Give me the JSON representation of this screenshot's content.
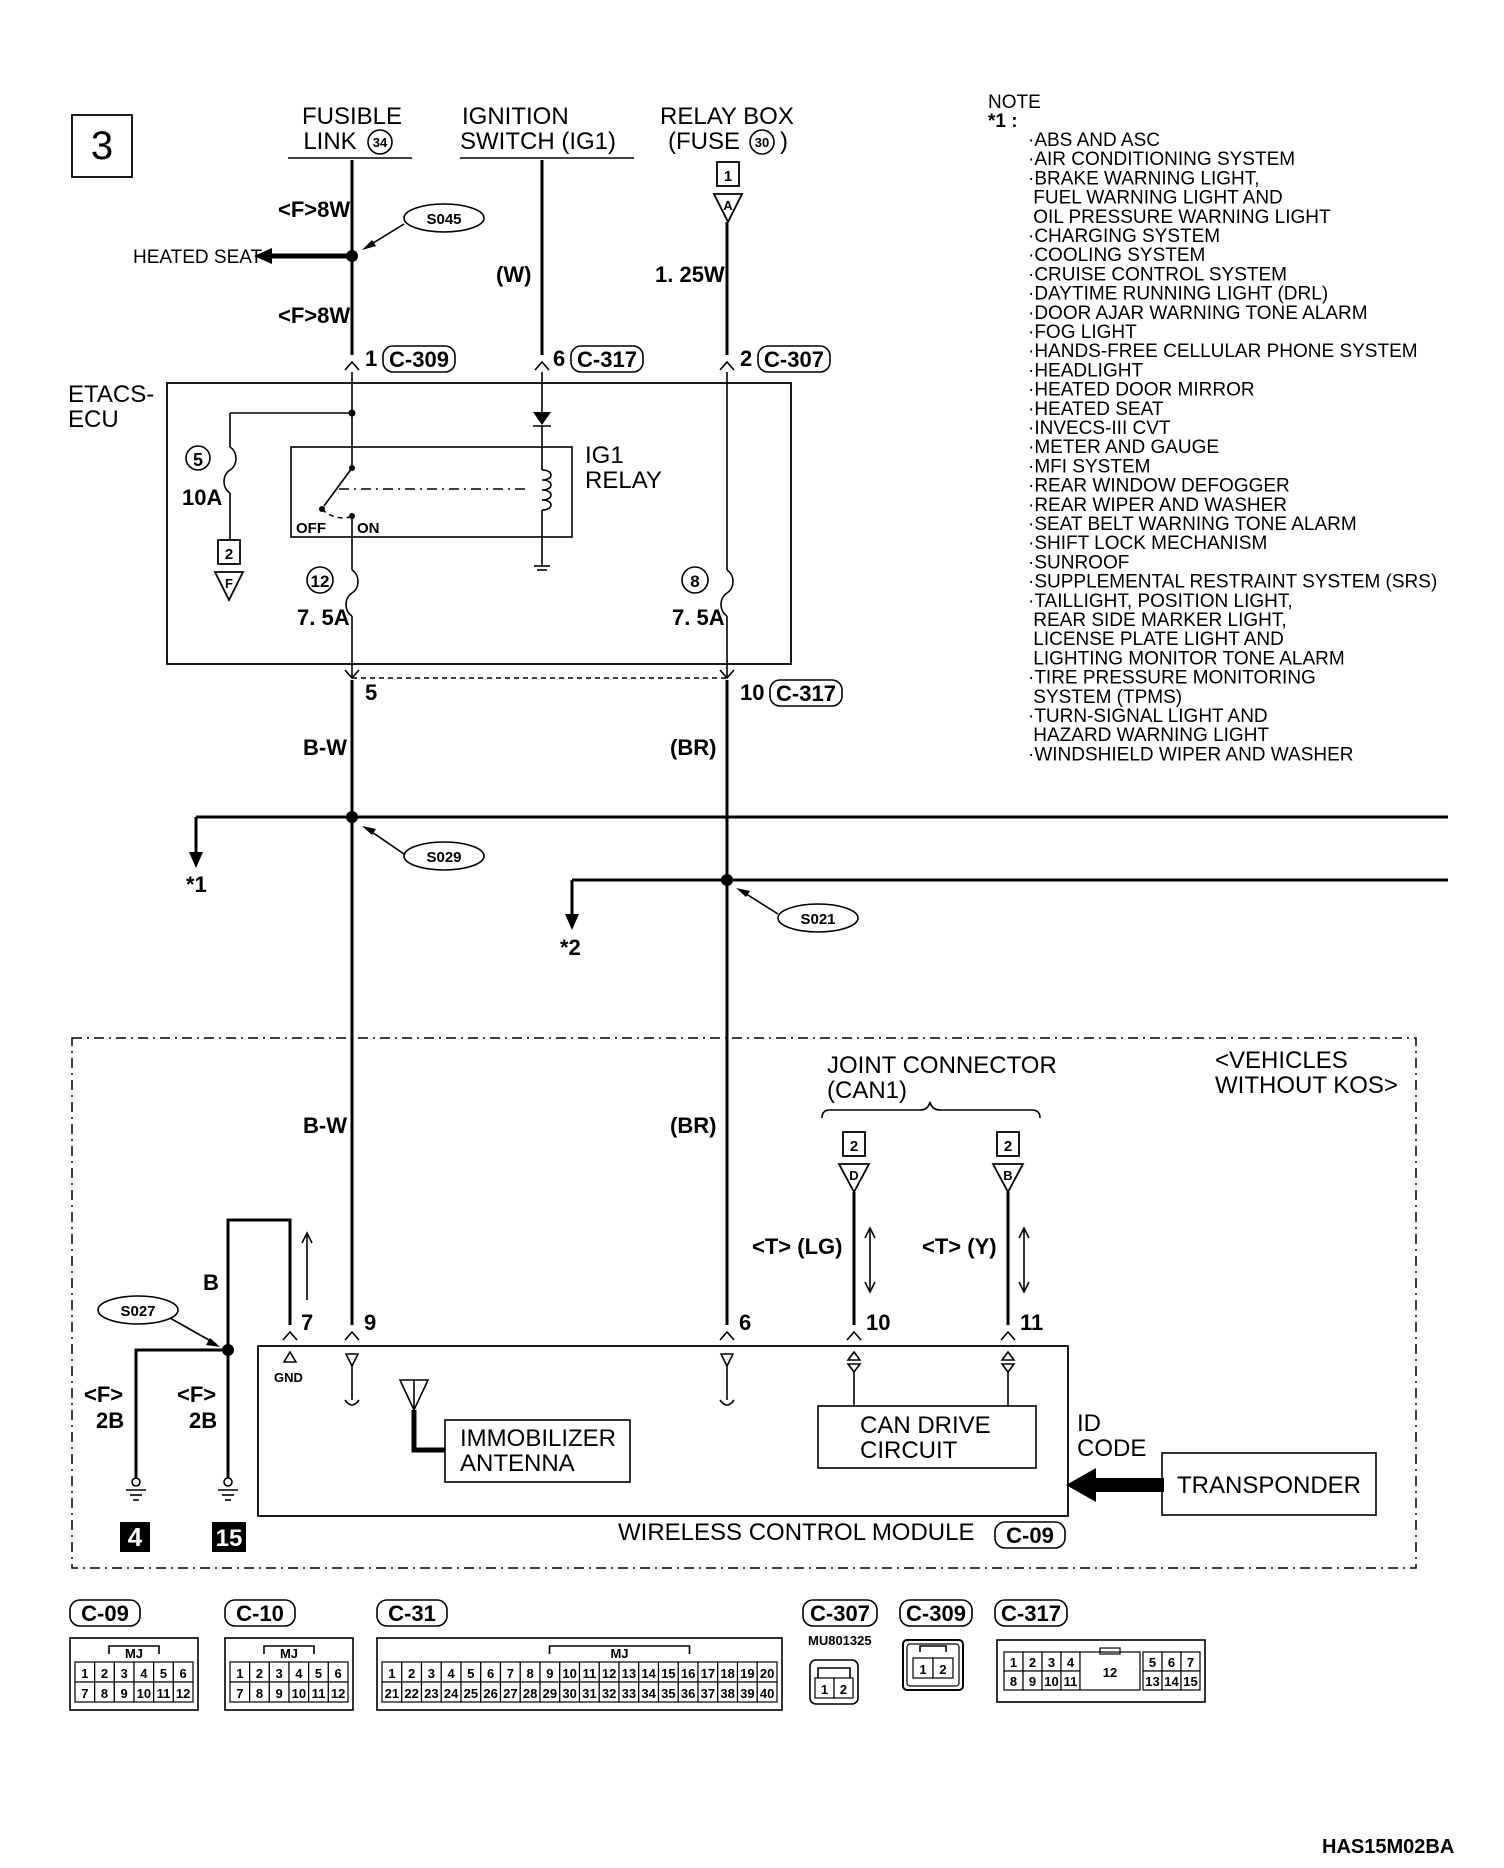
{
  "page_number": "3",
  "sources": {
    "fusible_link": [
      "FUSIBLE",
      "LINK",
      "34"
    ],
    "ignition_switch": [
      "IGNITION",
      "SWITCH (IG1)"
    ],
    "relay_box": [
      "RELAY BOX",
      "(FUSE",
      "30",
      ")"
    ]
  },
  "wires": {
    "f8w_top": "<F>8W",
    "f8w_bottom": "<F>8W",
    "w": "(W)",
    "w125": "1. 25W",
    "bw_upper": "B-W",
    "br_upper": "(BR)",
    "bw_lower": "B-W",
    "br_lower": "(BR)",
    "b": "B",
    "f2b_left": [
      "<F>",
      "2B"
    ],
    "f2b_right": [
      "<F>",
      "2B"
    ],
    "t_lg": "<T> (LG)",
    "t_y": "<T> (Y)"
  },
  "splices": {
    "s045": "S045",
    "s029": "S029",
    "s021": "S021",
    "s027": "S027"
  },
  "labels": {
    "heated_seat": "HEATED SEAT",
    "etacs": [
      "ETACS-",
      "ECU"
    ],
    "ig1_relay": [
      "IG1",
      "RELAY"
    ],
    "off": "OFF",
    "on": "ON",
    "fuse5_num": "5",
    "fuse5_amp": "10A",
    "fuse12_num": "12",
    "fuse12_amp": "7. 5A",
    "fuse8_num": "8",
    "fuse8_amp": "7. 5A",
    "ref_a_num": "1",
    "ref_a": "A",
    "ref_f_num": "2",
    "ref_f": "F",
    "star1": "*1",
    "star2": "*2",
    "joint_connector": [
      "JOINT CONNECTOR",
      "(CAN1)"
    ],
    "ref_d_num": "2",
    "ref_d": "D",
    "ref_b_num": "2",
    "ref_b": "B",
    "vehicles_without_kos": [
      "<VEHICLES",
      "WITHOUT KOS>"
    ],
    "gnd": "GND",
    "immobilizer_antenna": [
      "IMMOBILIZER",
      "ANTENNA"
    ],
    "can_drive_circuit": [
      "CAN DRIVE",
      "CIRCUIT"
    ],
    "id_code": [
      "ID",
      "CODE"
    ],
    "transponder": "TRANSPONDER",
    "wireless_control_module": "WIRELESS CONTROL MODULE",
    "ground_4": "4",
    "ground_15": "15",
    "figure_code": "HAS15M02BA"
  },
  "pins": {
    "p1": "1",
    "c309": "C-309",
    "p6": "6",
    "c317a": "C-317",
    "p2": "2",
    "c307": "C-307",
    "p5": "5",
    "p10": "10",
    "c317b": "C-317",
    "p7": "7",
    "p9": "9",
    "p6b": "6",
    "p10b": "10",
    "p11": "11",
    "c09_module": "C-09"
  },
  "note": {
    "title": "NOTE",
    "marker": "*1 :",
    "lines": [
      "·ABS AND ASC",
      "·AIR CONDITIONING SYSTEM",
      "·BRAKE WARNING LIGHT,",
      " FUEL WARNING LIGHT AND",
      " OIL PRESSURE WARNING LIGHT",
      "·CHARGING SYSTEM",
      "·COOLING SYSTEM",
      "·CRUISE CONTROL SYSTEM",
      "·DAYTIME RUNNING LIGHT (DRL)",
      "·DOOR AJAR WARNING TONE ALARM",
      "·FOG LIGHT",
      "·HANDS-FREE CELLULAR PHONE SYSTEM",
      "·HEADLIGHT",
      "·HEATED DOOR MIRROR",
      "·HEATED SEAT",
      "·INVECS-III CVT",
      "·METER AND GAUGE",
      "·MFI SYSTEM",
      "·REAR WINDOW DEFOGGER",
      "·REAR WIPER AND WASHER",
      "·SEAT BELT WARNING TONE ALARM",
      "·SHIFT LOCK MECHANISM",
      "·SUNROOF",
      "·SUPPLEMENTAL RESTRAINT SYSTEM (SRS)",
      "·TAILLIGHT, POSITION LIGHT,",
      " REAR SIDE MARKER LIGHT,",
      " LICENSE PLATE LIGHT AND",
      " LIGHTING MONITOR TONE ALARM",
      "·TIRE PRESSURE MONITORING",
      " SYSTEM (TPMS)",
      "·TURN-SIGNAL LIGHT AND",
      " HAZARD WARNING LIGHT",
      "·WINDSHIELD WIPER AND WASHER"
    ]
  },
  "connectors": {
    "c09": {
      "name": "C-09",
      "tag": "MJ",
      "row1": [
        "1",
        "2",
        "3",
        "4",
        "5",
        "6"
      ],
      "row2": [
        "7",
        "8",
        "9",
        "10",
        "11",
        "12"
      ]
    },
    "c10": {
      "name": "C-10",
      "tag": "MJ",
      "row1": [
        "1",
        "2",
        "3",
        "4",
        "5",
        "6"
      ],
      "row2": [
        "7",
        "8",
        "9",
        "10",
        "11",
        "12"
      ]
    },
    "c31": {
      "name": "C-31",
      "tag": "MJ",
      "row1": [
        "1",
        "2",
        "3",
        "4",
        "5",
        "6",
        "7",
        "8",
        "9",
        "10",
        "11",
        "12",
        "13",
        "14",
        "15",
        "16",
        "17",
        "18",
        "19",
        "20"
      ],
      "row2": [
        "21",
        "22",
        "23",
        "24",
        "25",
        "26",
        "27",
        "28",
        "29",
        "30",
        "31",
        "32",
        "33",
        "34",
        "35",
        "36",
        "37",
        "38",
        "39",
        "40"
      ]
    },
    "c307": {
      "name": "C-307",
      "part": "MU801325",
      "pins": [
        "1",
        "2"
      ]
    },
    "c309": {
      "name": "C-309",
      "pins": [
        "1",
        "2"
      ]
    },
    "c317": {
      "name": "C-317",
      "row1a": [
        "1",
        "2",
        "3",
        "4"
      ],
      "row1b": [
        "5",
        "6",
        "7"
      ],
      "row2a": [
        "8",
        "9",
        "10",
        "11"
      ],
      "center": "12",
      "row2b": [
        "13",
        "14",
        "15"
      ]
    }
  }
}
